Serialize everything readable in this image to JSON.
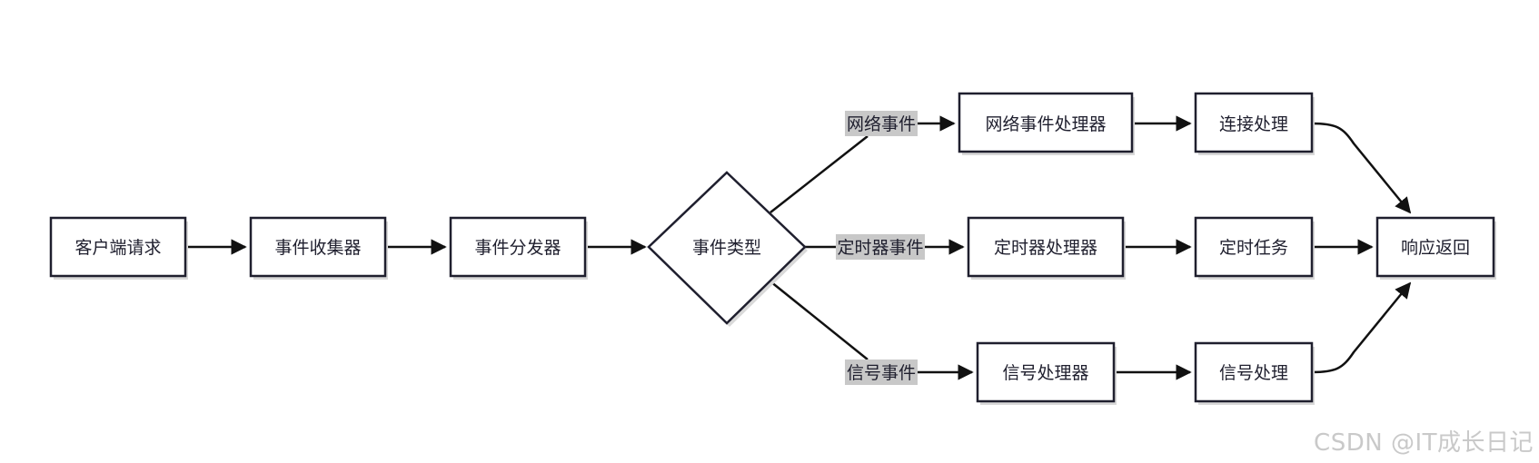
{
  "nodes": {
    "client_request": "客户端请求",
    "event_collector": "事件收集器",
    "event_dispatcher": "事件分发器",
    "event_type": "事件类型",
    "network_handler": "网络事件处理器",
    "timer_handler": "定时器处理器",
    "signal_handler": "信号处理器",
    "connection_processing": "连接处理",
    "timed_task": "定时任务",
    "signal_processing": "信号处理",
    "response_return": "响应返回"
  },
  "edge_labels": {
    "network_event": "网络事件",
    "timer_event": "定时器事件",
    "signal_event": "信号事件"
  },
  "watermark": "CSDN @IT成长日记",
  "colors": {
    "stroke": "#1f1f2e",
    "shadow": "#d9d9d9",
    "label_bg": "#c8c8c8"
  }
}
